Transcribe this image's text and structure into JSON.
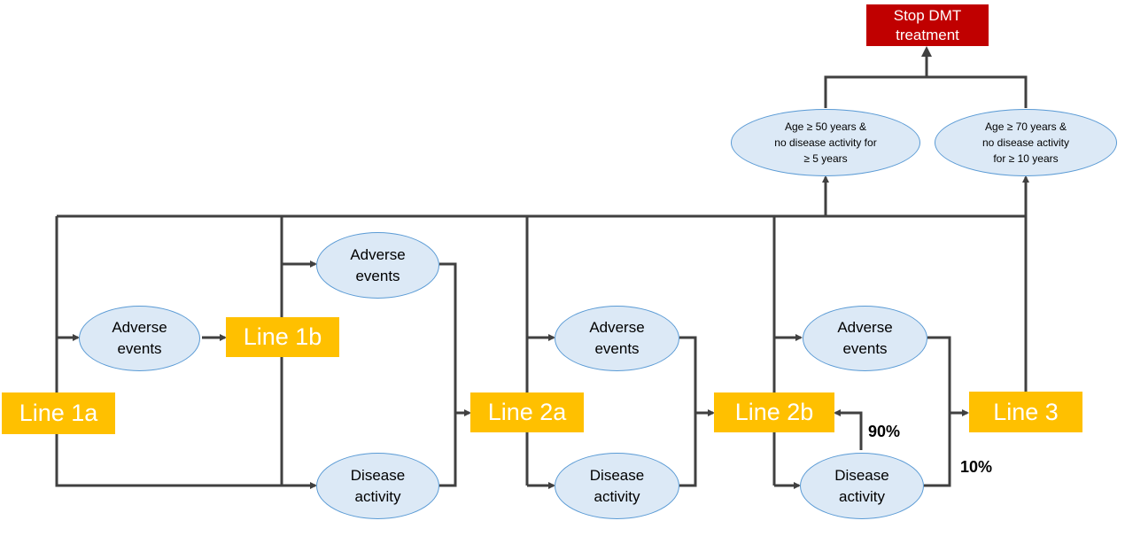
{
  "stop": {
    "label": "Stop DMT\ntreatment"
  },
  "criteria": {
    "age50": "Age  ≥ 50 years &\nno disease activity for\n≥ 5 years",
    "age70": "Age  ≥ 70 years &\nno disease activity\nfor ≥ 10 years"
  },
  "lines": {
    "line1a": "Line 1a",
    "line1b": "Line 1b",
    "line2a": "Line 2a",
    "line2b": "Line 2b",
    "line3": "Line 3"
  },
  "events": {
    "adverse": "Adverse\nevents",
    "disease": "Disease\nactivity"
  },
  "percentages": {
    "p90": "90%",
    "p10": "10%"
  },
  "colors": {
    "line_box": "#ffc000",
    "stop_box": "#c00000",
    "ellipse_fill": "#dce9f6",
    "ellipse_border": "#5b9bd5",
    "connector": "#404040"
  }
}
